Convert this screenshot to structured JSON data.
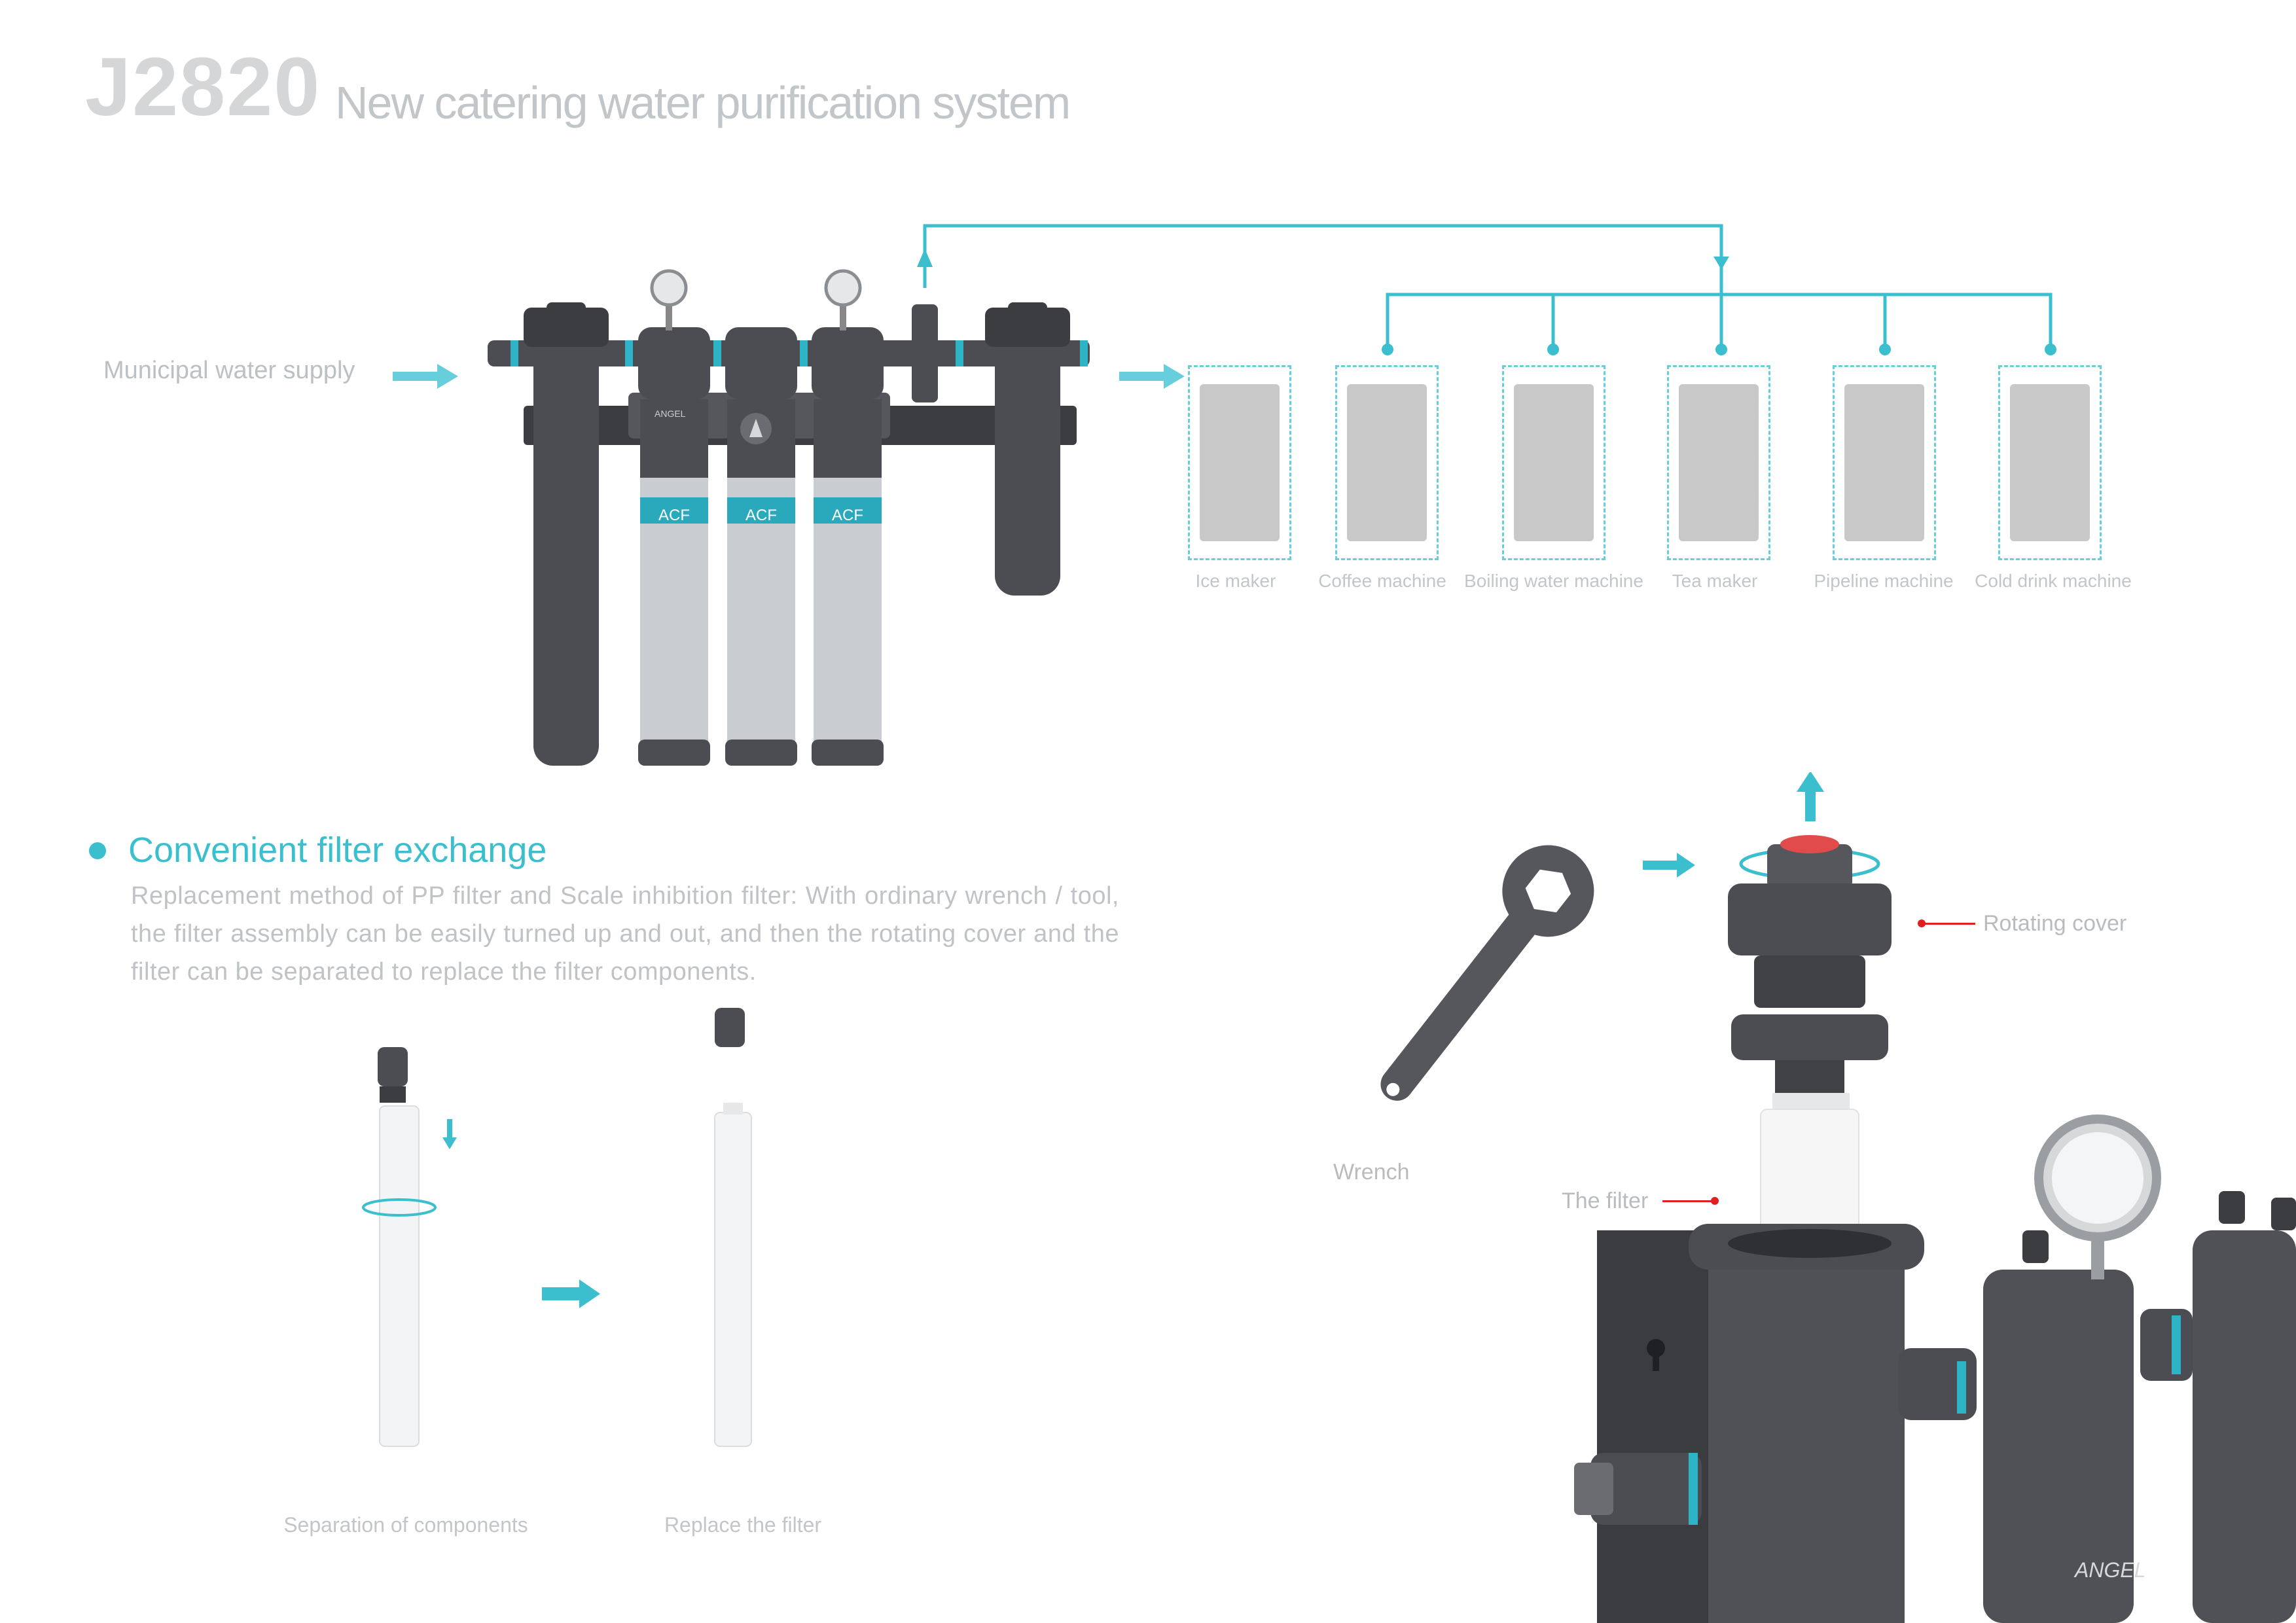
{
  "header": {
    "code": "J2820",
    "subtitle": "New catering water purification system"
  },
  "diagram": {
    "supply_label": "Municipal water supply",
    "cartridge_brand": "ANGEL",
    "cartridge_type": "ACF",
    "devices": [
      {
        "label": "Ice maker",
        "icon": "ice-maker-photo"
      },
      {
        "label": "Coffee machine",
        "icon": "coffee-machine-photo"
      },
      {
        "label": "Boiling water machine",
        "icon": "boiling-water-machine-photo"
      },
      {
        "label": "Tea maker",
        "icon": "tea-maker-photo"
      },
      {
        "label": "Pipeline machine",
        "icon": "pipeline-machine-photo"
      },
      {
        "label": "Cold drink machine",
        "icon": "cold-drink-machine-photo"
      }
    ],
    "accent_color": "#3bbfce"
  },
  "section": {
    "title": "Convenient filter exchange",
    "description": "Replacement method of PP filter and Scale inhibition filter: With ordinary wrench / tool, the filter assembly can be easily turned up and out, and then the rotating cover and the filter can be separated to replace the filter components.",
    "steps": [
      {
        "label": "Separation of components"
      },
      {
        "label": "Replace the filter"
      }
    ],
    "callouts": {
      "wrench": "Wrench",
      "rotating_cover": "Rotating cover",
      "filter": "The  filter"
    },
    "closeup_brand": "ANGEL"
  }
}
